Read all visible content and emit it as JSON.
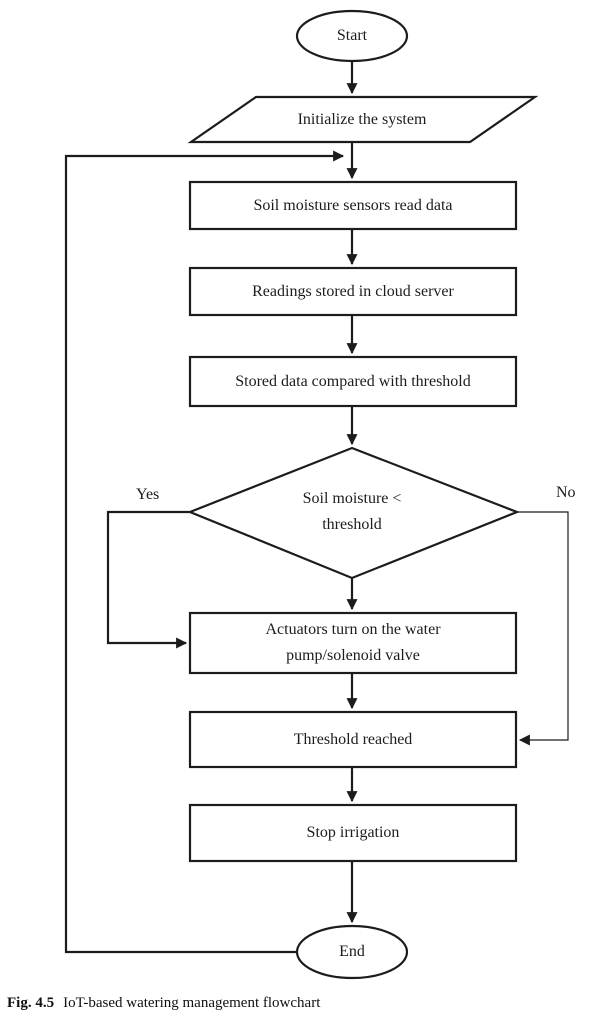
{
  "page": {
    "background": "#ffffff"
  },
  "flowchart": {
    "stroke_color": "#1c1c1c",
    "text_color": "#1c1c1c",
    "nodes": {
      "start": {
        "label": "Start"
      },
      "initialize": {
        "label": "Initialize the system"
      },
      "read_data": {
        "label": "Soil moisture sensors read data"
      },
      "store_readings": {
        "label": "Readings stored in cloud server"
      },
      "compare": {
        "label": "Stored data compared with threshold"
      },
      "decision": {
        "line1": "Soil moisture <",
        "line2": "threshold"
      },
      "actuators": {
        "line1": "Actuators turn on the water",
        "line2": "pump/solenoid valve"
      },
      "threshold_reached": {
        "label": "Threshold reached"
      },
      "stop_irrigation": {
        "label": "Stop irrigation"
      },
      "end": {
        "label": "End"
      }
    },
    "edge_labels": {
      "yes": "Yes",
      "no": "No"
    }
  },
  "caption": {
    "label": "Fig. 4.5",
    "text": "IoT-based watering management flowchart"
  }
}
